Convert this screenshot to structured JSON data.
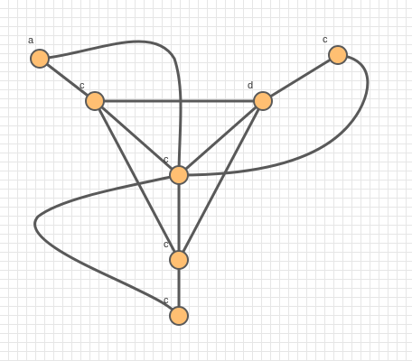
{
  "graph": {
    "node_fill": "#ffbf72",
    "stroke_color": "#595959",
    "nodes": [
      {
        "id": "n1",
        "label": "a"
      },
      {
        "id": "n2",
        "label": "c"
      },
      {
        "id": "n3",
        "label": "d"
      },
      {
        "id": "n4",
        "label": "c"
      },
      {
        "id": "n5",
        "label": "c"
      },
      {
        "id": "n6",
        "label": "c"
      },
      {
        "id": "n7",
        "label": "c"
      }
    ],
    "edges": [
      {
        "from": "n1",
        "to": "n2"
      },
      {
        "from": "n1",
        "to": "n5"
      },
      {
        "from": "n2",
        "to": "n3"
      },
      {
        "from": "n2",
        "to": "n5"
      },
      {
        "from": "n2",
        "to": "n6"
      },
      {
        "from": "n3",
        "to": "n4"
      },
      {
        "from": "n3",
        "to": "n5"
      },
      {
        "from": "n3",
        "to": "n6"
      },
      {
        "from": "n4",
        "to": "n5"
      },
      {
        "from": "n5",
        "to": "n6"
      },
      {
        "from": "n5",
        "to": "n7"
      },
      {
        "from": "n6",
        "to": "n7"
      }
    ]
  }
}
